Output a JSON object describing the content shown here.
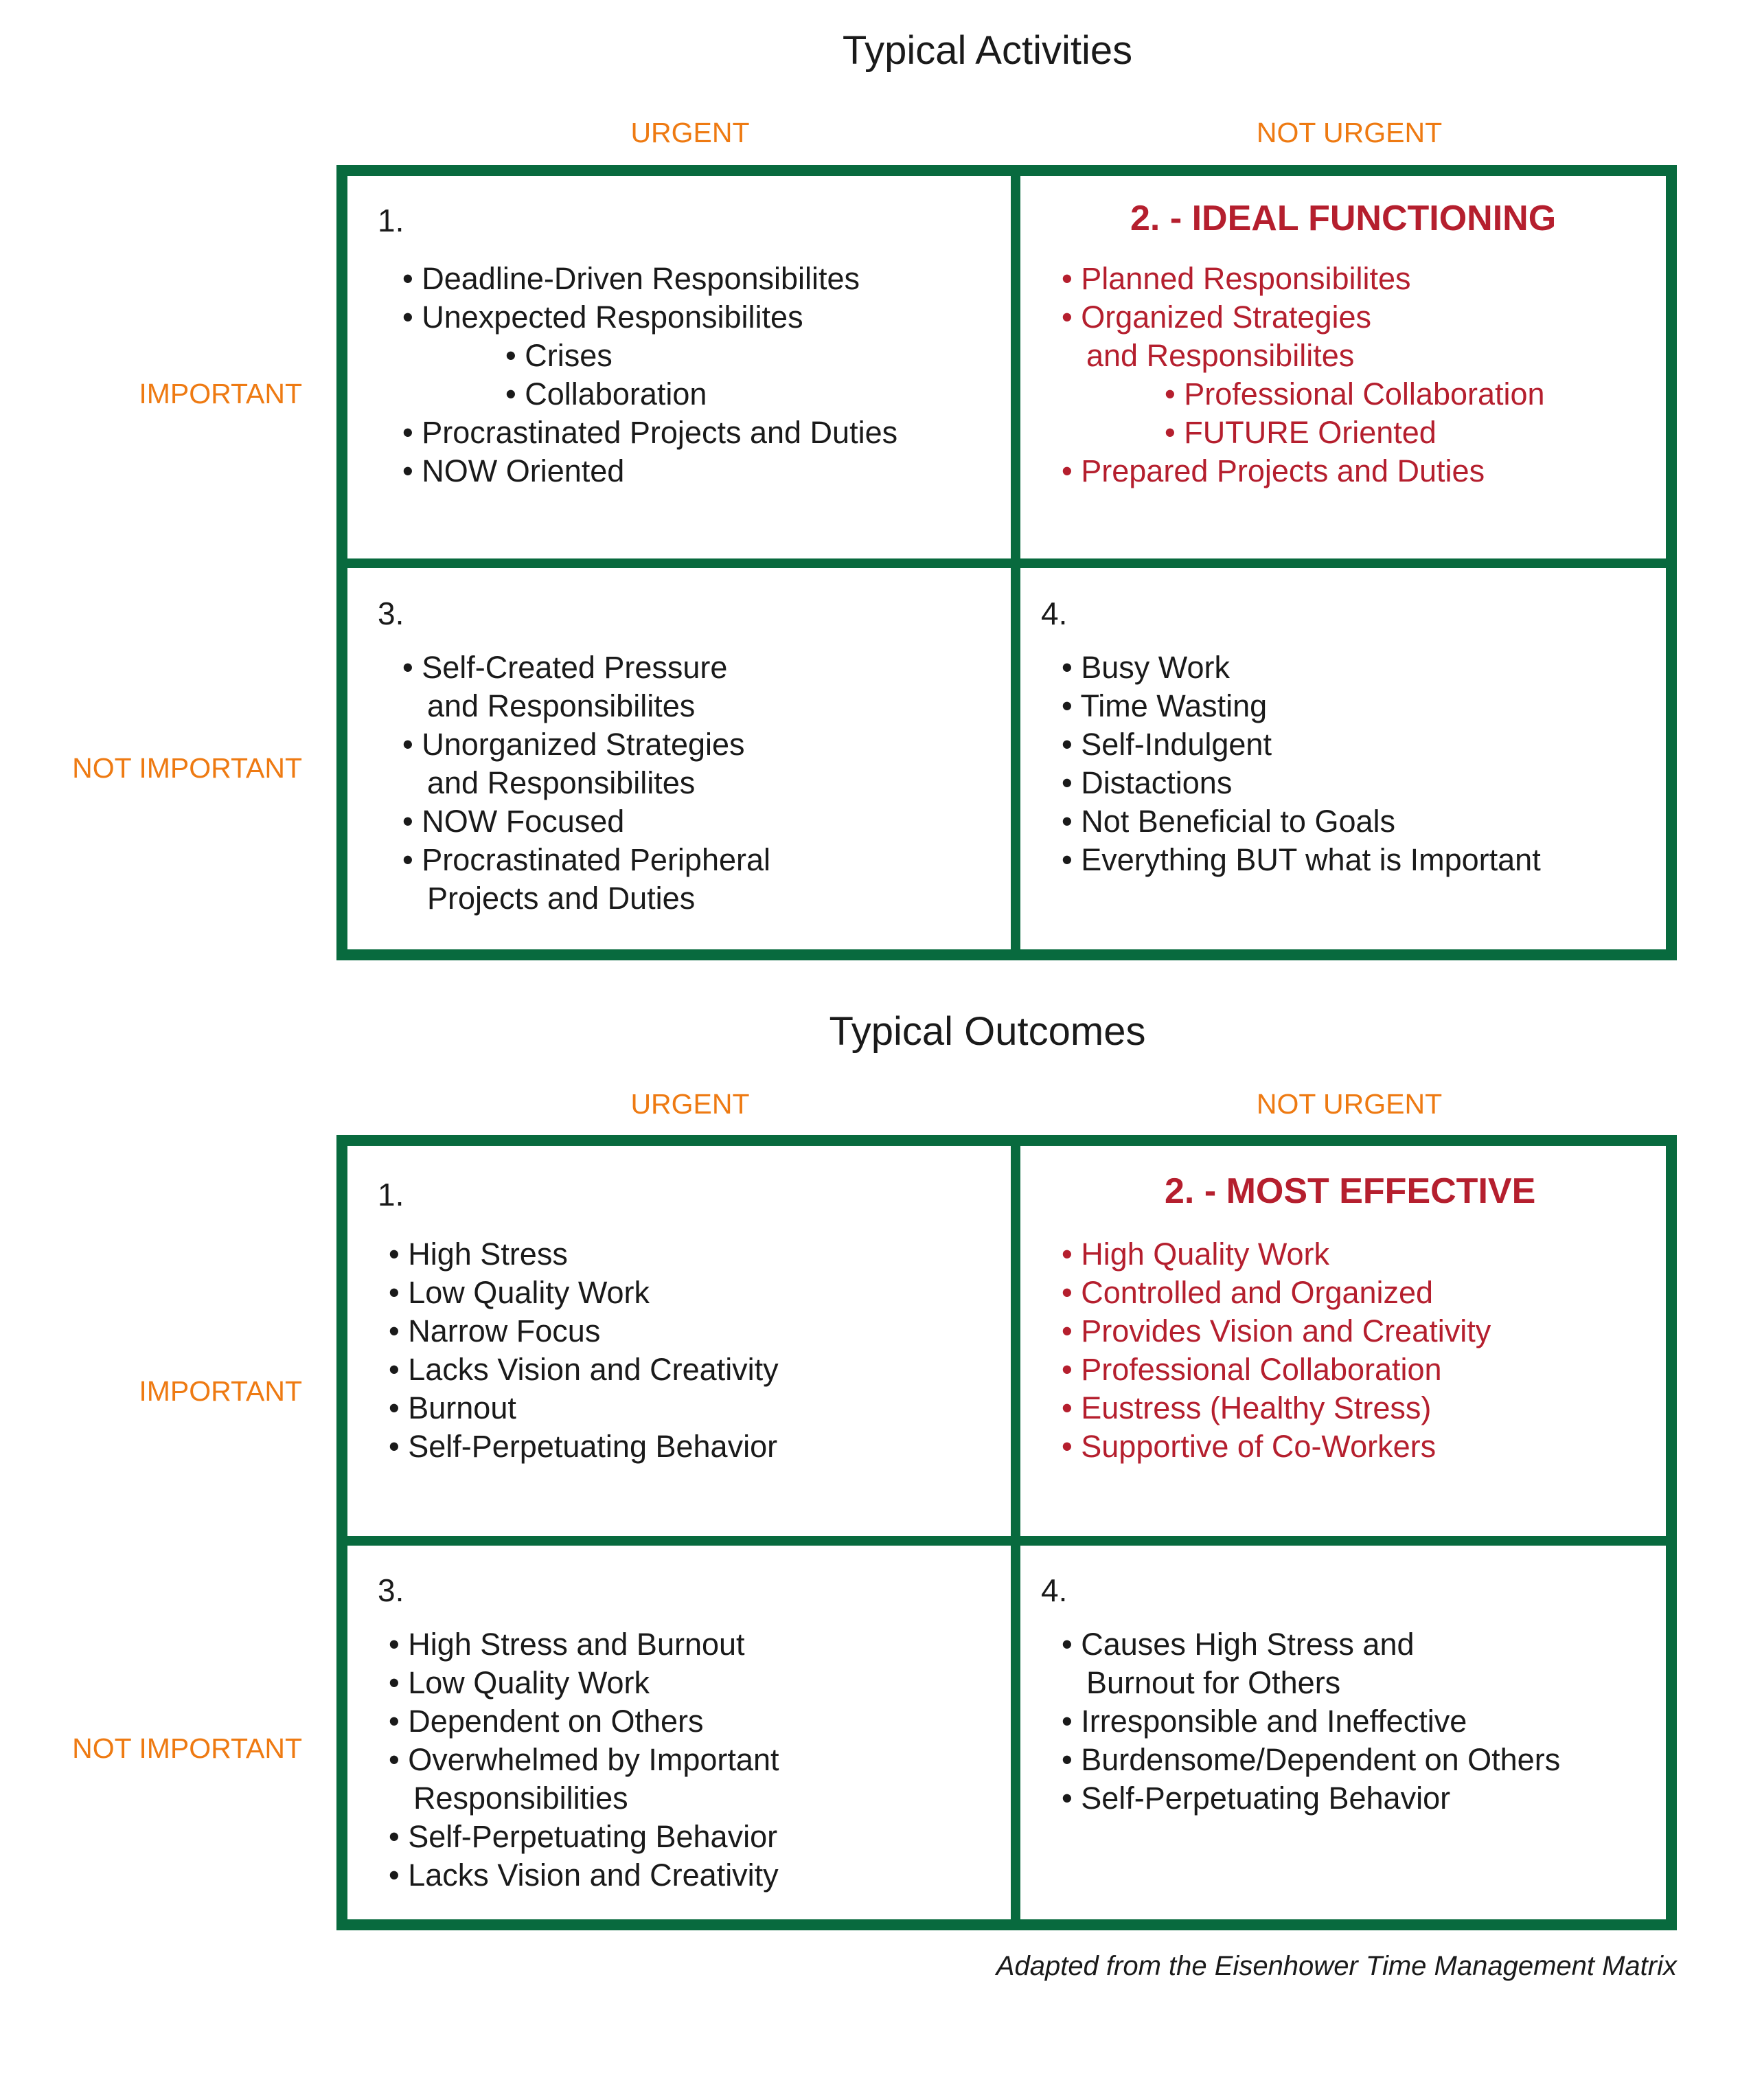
{
  "colors": {
    "border": "#086a3e",
    "axis": "#ee7a12",
    "highlight": "#b51f2e",
    "text": "#1a1a1a"
  },
  "activities": {
    "title": "Typical Activities",
    "col_urgent": "URGENT",
    "col_not_urgent": "NOT URGENT",
    "row_important": "IMPORTANT",
    "row_not_important": "NOT IMPORTANT",
    "q1": {
      "number": "1.",
      "items": [
        "• Deadline-Driven Responsibilites",
        "• Unexpected Responsibilites",
        "• Crises",
        "• Collaboration",
        "• Procrastinated Projects and Duties",
        "• NOW Oriented"
      ]
    },
    "q2": {
      "heading": "2. - IDEAL FUNCTIONING",
      "items": [
        "• Planned Responsibilites",
        "• Organized Strategies",
        "and Responsibilites",
        "• Professional Collaboration",
        "• FUTURE Oriented",
        "• Prepared Projects and Duties"
      ]
    },
    "q3": {
      "number": "3.",
      "items": [
        "• Self-Created Pressure",
        "and Responsibilites",
        "• Unorganized Strategies",
        "and Responsibilites",
        "• NOW Focused",
        "• Procrastinated Peripheral",
        "Projects and Duties"
      ]
    },
    "q4": {
      "number": "4.",
      "items": [
        "• Busy Work",
        "• Time Wasting",
        "• Self-Indulgent",
        "• Distactions",
        "• Not Beneficial to Goals",
        "• Everything BUT what is Important"
      ]
    }
  },
  "outcomes": {
    "title": "Typical Outcomes",
    "col_urgent": "URGENT",
    "col_not_urgent": "NOT URGENT",
    "row_important": "IMPORTANT",
    "row_not_important": "NOT IMPORTANT",
    "q1": {
      "number": "1.",
      "items": [
        "• High Stress",
        "• Low Quality Work",
        "• Narrow Focus",
        "• Lacks Vision and Creativity",
        "• Burnout",
        "• Self-Perpetuating Behavior"
      ]
    },
    "q2": {
      "heading": "2. - MOST EFFECTIVE",
      "items": [
        "• High Quality Work",
        "• Controlled and Organized",
        "• Provides Vision and Creativity",
        "• Professional Collaboration",
        "• Eustress (Healthy Stress)",
        "• Supportive of Co-Workers"
      ]
    },
    "q3": {
      "number": "3.",
      "items": [
        "• High Stress and Burnout",
        "• Low Quality Work",
        "• Dependent on Others",
        "• Overwhelmed by Important",
        "Responsibilities",
        "• Self-Perpetuating Behavior",
        "• Lacks Vision and Creativity"
      ]
    },
    "q4": {
      "number": "4.",
      "items": [
        "• Causes High Stress and",
        "Burnout for Others",
        "• Irresponsible and Ineffective",
        "• Burdensome/Dependent on Others",
        "• Self-Perpetuating Behavior"
      ]
    }
  },
  "caption": "Adapted from the Eisenhower Time Management Matrix"
}
